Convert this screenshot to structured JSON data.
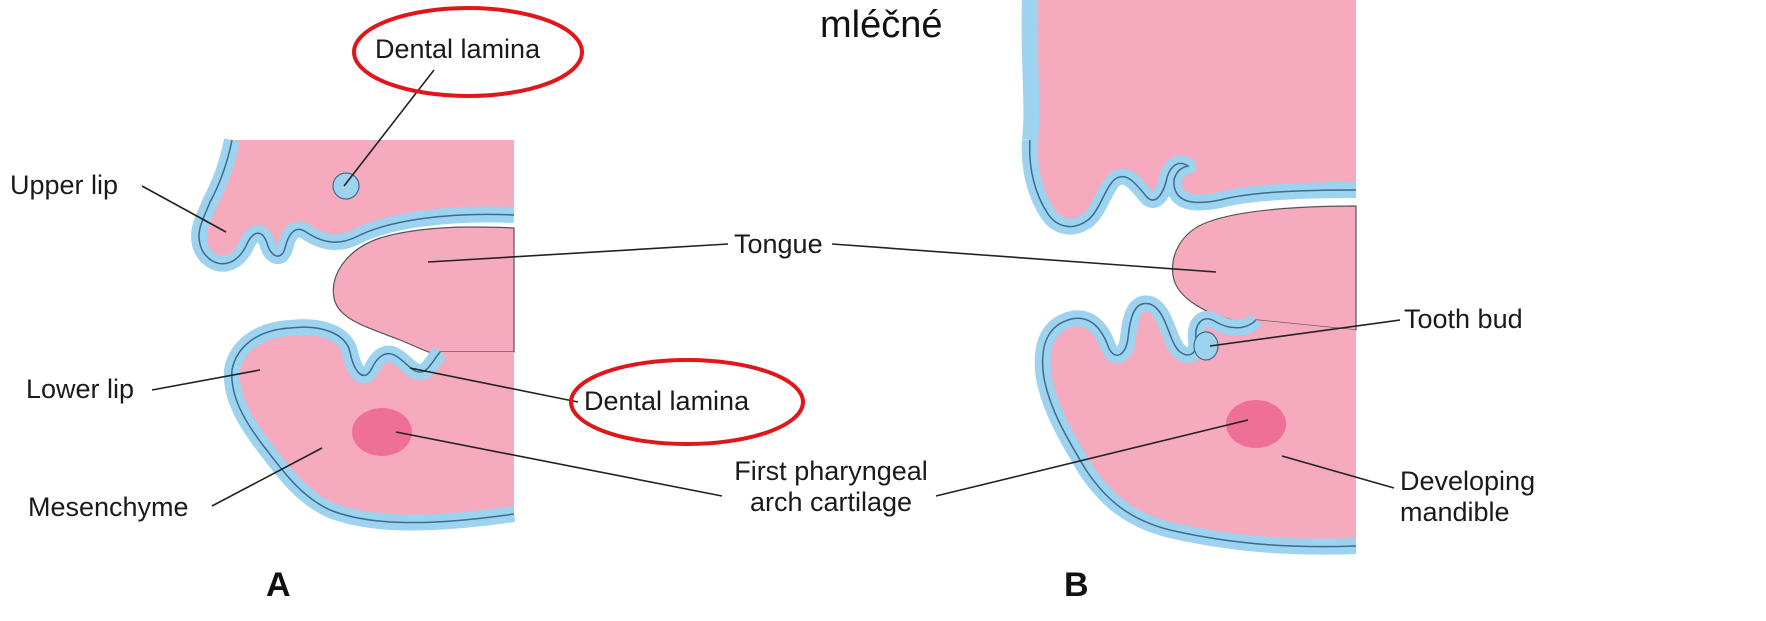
{
  "title": "mléčné",
  "panels": [
    {
      "letter": "A"
    },
    {
      "letter": "B"
    }
  ],
  "labels": {
    "upper_lip": "Upper lip",
    "dental_lamina_top": "Dental lamina",
    "tongue": "Tongue",
    "lower_lip": "Lower lip",
    "dental_lamina_mid": "Dental lamina",
    "mesenchyme": "Mesenchyme",
    "pharyngeal_line1": "First pharyngeal",
    "pharyngeal_line2": "arch cartilage",
    "tooth_bud": "Tooth bud",
    "developing_line1": "Developing",
    "developing_line2": "mandible"
  },
  "colors": {
    "tissue": "#f6aabd",
    "epithelium": "#9dd3ee",
    "outline": "#3a6e8c",
    "cartilage": "#ee7096",
    "highlight": "#e0161b"
  }
}
